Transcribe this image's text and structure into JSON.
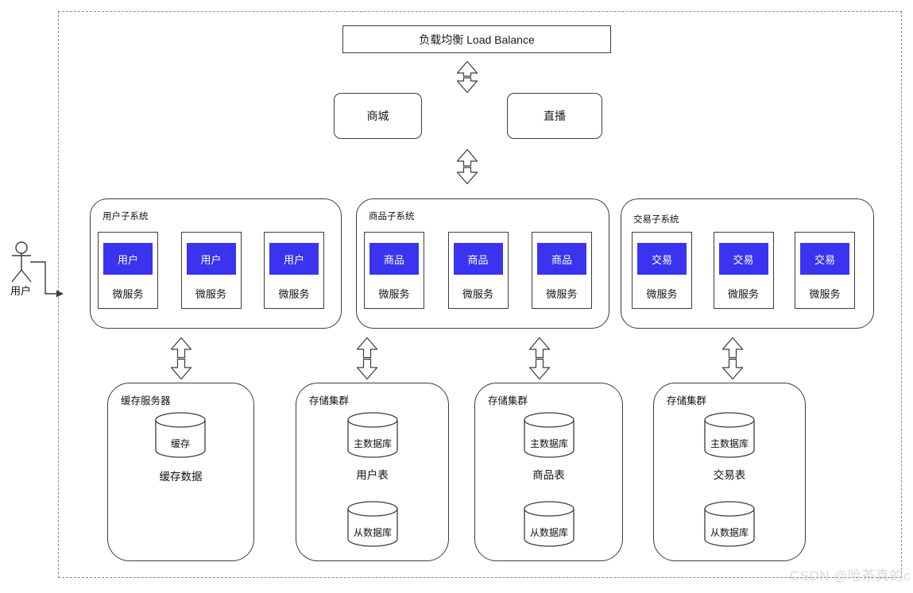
{
  "load_balancer": {
    "label": "负载均衡 Load Balance"
  },
  "entries": {
    "mall": "商城",
    "live": "直播"
  },
  "actor": {
    "label": "用户"
  },
  "subsystems": [
    {
      "title": "用户子系统",
      "service": "用户",
      "role": "微服务"
    },
    {
      "title": "商品子系统",
      "service": "商品",
      "role": "微服务"
    },
    {
      "title": "交易子系统",
      "service": "交易",
      "role": "微服务"
    }
  ],
  "storages": [
    {
      "title": "缓存服务器",
      "top_cylinder": "缓存",
      "middle_label": "缓存数据"
    },
    {
      "title": "存储集群",
      "top_cylinder": "主数据库",
      "middle_label": "用户表",
      "bottom_cylinder": "从数据库"
    },
    {
      "title": "存储集群",
      "top_cylinder": "主数据库",
      "middle_label": "商品表",
      "bottom_cylinder": "从数据库"
    },
    {
      "title": "存储集群",
      "top_cylinder": "主数据库",
      "middle_label": "交易表",
      "bottom_cylinder": "从数据库"
    }
  ],
  "watermark": "CSDN @哈茶真的c",
  "colors": {
    "accent": "#3a34f0",
    "line": "#3c3c3c",
    "watermark": "#b9bdc6"
  }
}
